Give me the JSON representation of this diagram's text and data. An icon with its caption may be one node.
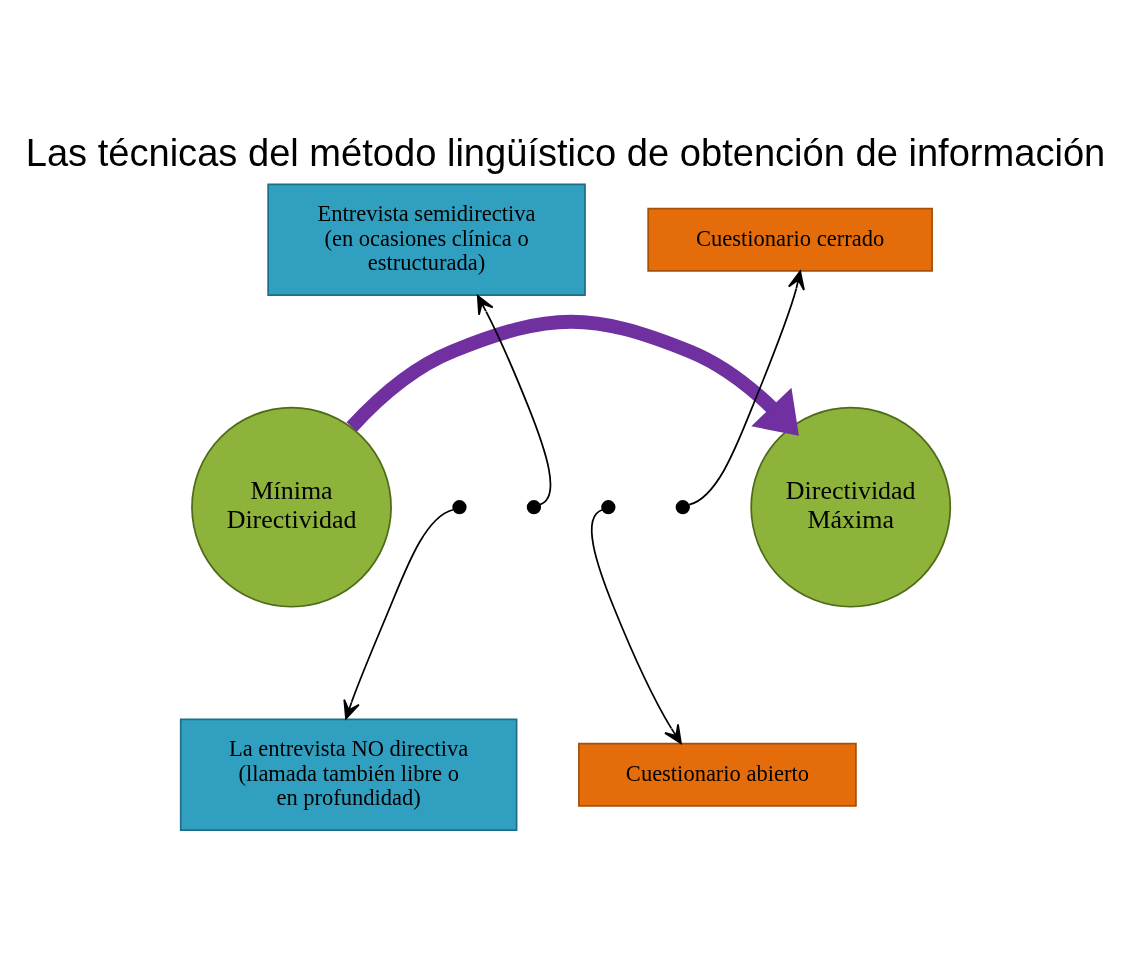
{
  "diagram": {
    "title": "Las técnicas del método lingüístico de obtención de información",
    "nodes": [
      {
        "text": [
          "Mínima Directividad"
        ]
      },
      {
        "text": [
          "Entrevista semidirectiva (en ocasiones clínica o estructurada)"
        ]
      },
      {
        "text": [
          "Cuestionario cerrado"
        ]
      },
      {
        "text": [
          "Directividad Máxima"
        ]
      },
      {
        "text": [
          "La entrevista NO directiva (llamada también libre o en profundidad)"
        ]
      },
      {
        "text": [
          "Cuestionario abierto"
        ]
      }
    ],
    "edges": [
      {
        "from": 0,
        "to": 3,
        "arrow": "to",
        "style": "thick",
        "color": "#7030a0"
      },
      {
        "from": null,
        "to": 4,
        "arrow": "to"
      },
      {
        "from": null,
        "to": 1,
        "arrow": "to"
      },
      {
        "from": null,
        "to": 5,
        "arrow": "to"
      },
      {
        "from": null,
        "to": 2,
        "arrow": "to"
      }
    ]
  }
}
